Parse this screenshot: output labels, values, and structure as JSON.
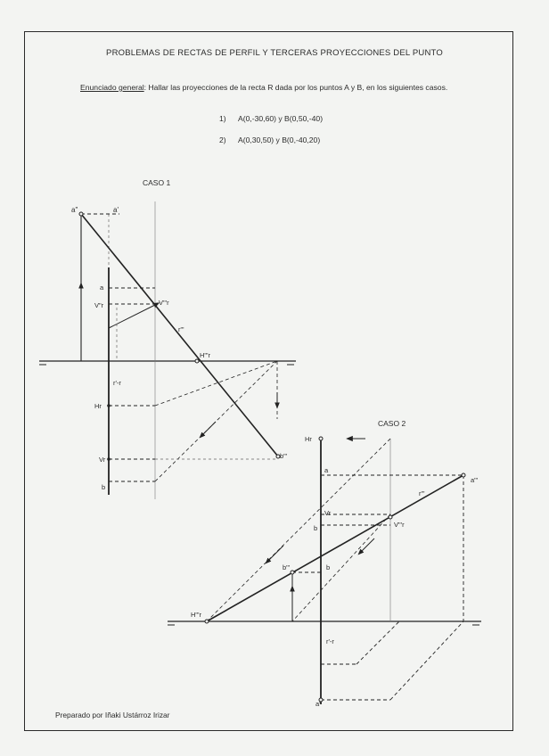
{
  "header": {
    "title": "PROBLEMAS DE RECTAS DE PERFIL Y TERCERAS PROYECCIONES DEL PUNTO",
    "statement_label": "Enunciado general",
    "statement_text": ": Hallar las proyecciones de la recta R dada por los puntos A y B, en los siguientes casos."
  },
  "cases": [
    {
      "number": "1)",
      "text": "A(0,-30,60) y B(0,50,-40)"
    },
    {
      "number": "2)",
      "text": "A(0,30,50) y B(0,-40,20)"
    }
  ],
  "footer": {
    "credit": "Preparado por Iñaki Ustárroz Irizar"
  },
  "drawing": {
    "case1": {
      "title": "CASO 1",
      "labels": {
        "a_dd": "a\"",
        "a_d": "a'",
        "a": "a",
        "v_dd": "V\"r",
        "v_ddd": "V'\"r",
        "r_ddd": "r\"'",
        "h_ddd": "H\"'r",
        "r_line": "r'-r",
        "h": "Hr",
        "v_h": "Vr",
        "b": "b",
        "b_ddd": "b\"'"
      }
    },
    "case2": {
      "title": "CASO 2",
      "labels": {
        "h_top": "Hr",
        "a": "a",
        "a_ddd": "a\"'",
        "r_ddd": "r\"'",
        "v_h": "Vr",
        "b": "b",
        "v_ddd": "V\"'r",
        "b_ddd": "b\"'",
        "b2": "b",
        "h_ddd": "H\"'r",
        "r_line": "r'-r",
        "a_bottom": "a'"
      }
    }
  }
}
